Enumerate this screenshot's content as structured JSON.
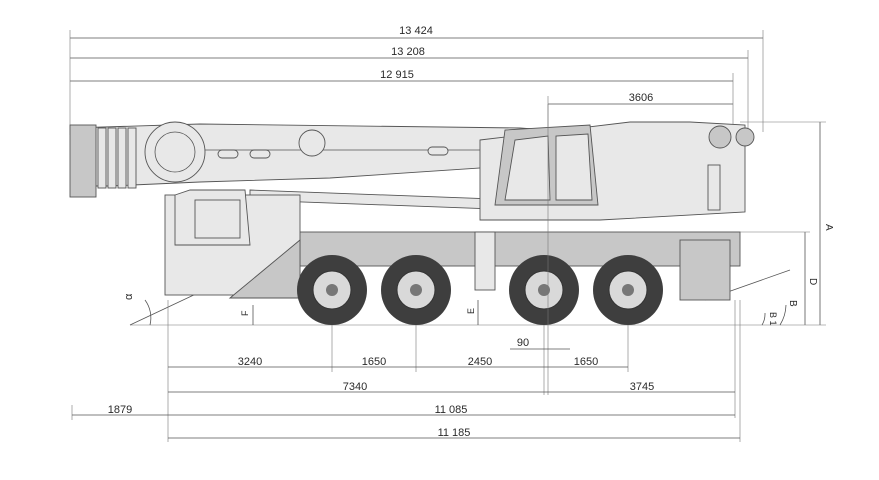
{
  "dimensions": {
    "top": [
      "13 424",
      "13 208",
      "12 915",
      "3606"
    ],
    "bottom": [
      "3240",
      "1650",
      "2450",
      "1650",
      "90",
      "7340",
      "3745",
      "1879",
      "11 085",
      "11 185"
    ]
  },
  "letters": {
    "A": "A",
    "B": "B",
    "B1": "B 1",
    "D": "D",
    "E": "E",
    "F": "F",
    "alpha": "α"
  }
}
